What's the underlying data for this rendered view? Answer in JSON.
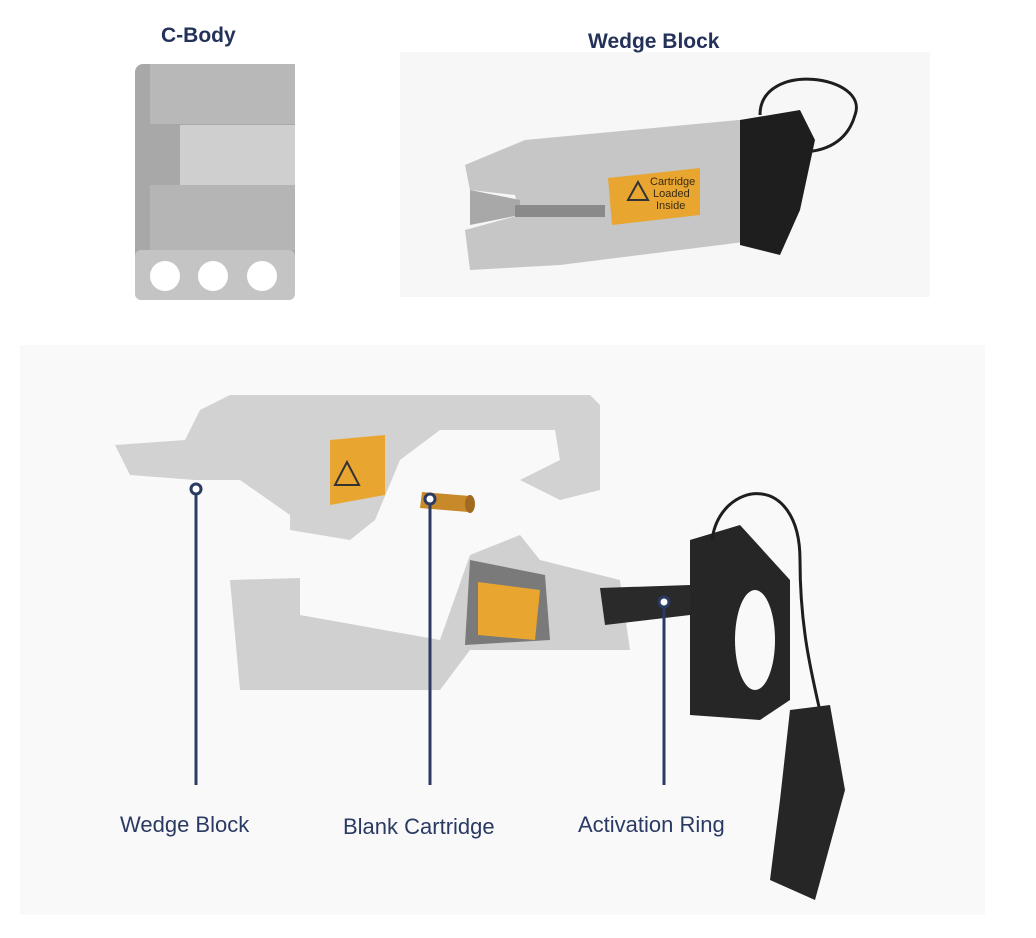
{
  "titles": {
    "c_body": "C-Body",
    "wedge_block": "Wedge Block"
  },
  "callouts": [
    {
      "label": "Wedge Block"
    },
    {
      "label": "Blank Cartridge"
    },
    {
      "label": "Activation Ring"
    }
  ],
  "sticker_text": [
    "Cartridge",
    "Loaded",
    "Inside"
  ],
  "colors": {
    "navy": "#24325a",
    "steel": "#b9b9b9",
    "sticker": "#e8a630",
    "ring": "#2a2a2a"
  }
}
